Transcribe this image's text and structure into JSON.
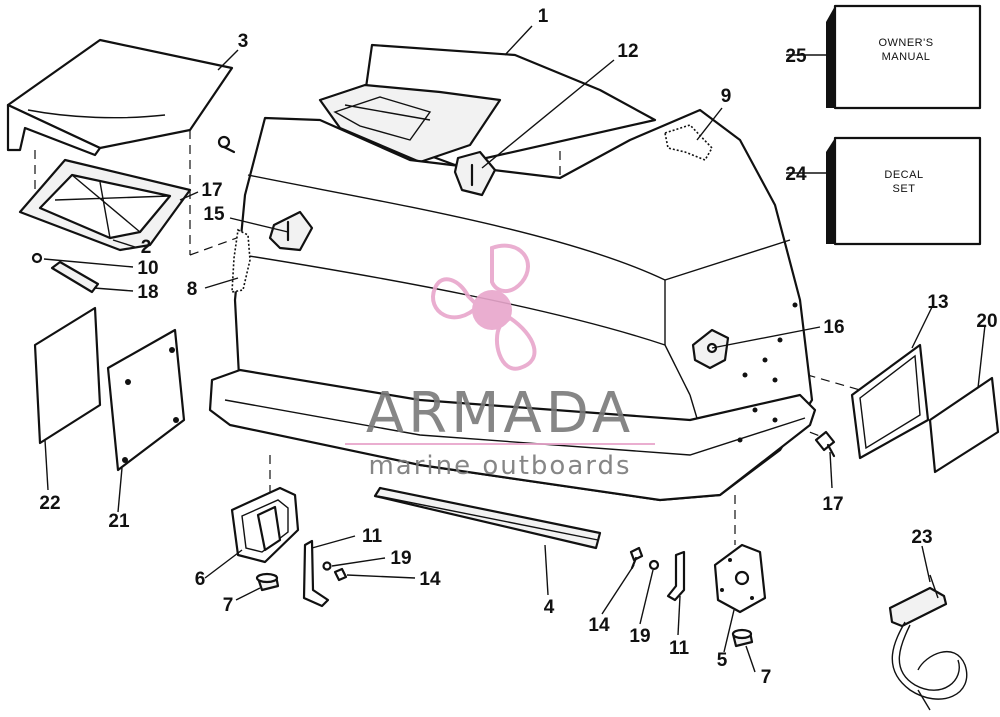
{
  "callouts": {
    "c1": "1",
    "c2": "2",
    "c3": "3",
    "c4": "4",
    "c5": "5",
    "c6": "6",
    "c7a": "7",
    "c7b": "7",
    "c8": "8",
    "c9": "9",
    "c10": "10",
    "c11a": "11",
    "c11b": "11",
    "c12": "12",
    "c13": "13",
    "c14a": "14",
    "c14b": "14",
    "c15": "15",
    "c16": "16",
    "c17a": "17",
    "c17b": "17",
    "c18": "18",
    "c19a": "19",
    "c19b": "19",
    "c20": "20",
    "c21": "21",
    "c22": "22",
    "c23": "23",
    "c24": "24",
    "c25": "25"
  },
  "owners_manual": {
    "line1": "OWNER'S",
    "line2": "MANUAL"
  },
  "decal_set": {
    "line1": "DECAL",
    "line2": "SET"
  },
  "watermark": {
    "brand": "ARMADA",
    "tagline": "marine outboards",
    "brand_color": "#7a7a7a",
    "logo_color": "#e8a6cc"
  }
}
